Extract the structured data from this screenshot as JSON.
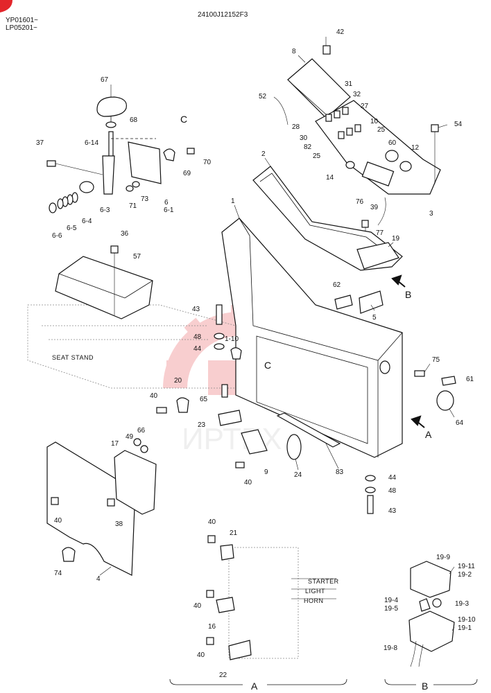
{
  "header": {
    "serial_top": "YP01601~",
    "serial_bottom": "LP05201~",
    "drawing_number": "24100J12152F3"
  },
  "watermark_text": "ИРТЕХ",
  "callouts": {
    "seat_stand": "SEAT STAND",
    "starter": "STARTER",
    "light": "LIGHT",
    "horn": "HORN",
    "view_a": "A",
    "view_b": "B",
    "view_c": "C",
    "section_a": "A",
    "section_b": "B"
  },
  "part_labels": [
    {
      "id": "p67",
      "text": "67"
    },
    {
      "id": "p68",
      "text": "68"
    },
    {
      "id": "p37",
      "text": "37"
    },
    {
      "id": "p6-14",
      "text": "6-14"
    },
    {
      "id": "p70",
      "text": "70"
    },
    {
      "id": "p69",
      "text": "69"
    },
    {
      "id": "p71",
      "text": "71"
    },
    {
      "id": "p73",
      "text": "73"
    },
    {
      "id": "p6",
      "text": "6"
    },
    {
      "id": "p6-1",
      "text": "6-1"
    },
    {
      "id": "p6-3",
      "text": "6-3"
    },
    {
      "id": "p6-4",
      "text": "6-4"
    },
    {
      "id": "p6-5",
      "text": "6-5"
    },
    {
      "id": "p6-6",
      "text": "6-6"
    },
    {
      "id": "p36",
      "text": "36"
    },
    {
      "id": "p57",
      "text": "57"
    },
    {
      "id": "p42",
      "text": "42"
    },
    {
      "id": "p8",
      "text": "8"
    },
    {
      "id": "p52",
      "text": "52"
    },
    {
      "id": "p31",
      "text": "31"
    },
    {
      "id": "p32",
      "text": "32"
    },
    {
      "id": "p27",
      "text": "27"
    },
    {
      "id": "p10",
      "text": "10"
    },
    {
      "id": "p28",
      "text": "28"
    },
    {
      "id": "p30",
      "text": "30"
    },
    {
      "id": "p25a",
      "text": "25"
    },
    {
      "id": "p82",
      "text": "82"
    },
    {
      "id": "p25b",
      "text": "25"
    },
    {
      "id": "p54",
      "text": "54"
    },
    {
      "id": "p60",
      "text": "60"
    },
    {
      "id": "p12",
      "text": "12"
    },
    {
      "id": "p2",
      "text": "2"
    },
    {
      "id": "p14",
      "text": "14"
    },
    {
      "id": "p76",
      "text": "76"
    },
    {
      "id": "p39",
      "text": "39"
    },
    {
      "id": "p3",
      "text": "3"
    },
    {
      "id": "p77",
      "text": "77"
    },
    {
      "id": "p1",
      "text": "1"
    },
    {
      "id": "p19",
      "text": "19"
    },
    {
      "id": "p62",
      "text": "62"
    },
    {
      "id": "p5",
      "text": "5"
    },
    {
      "id": "p43a",
      "text": "43"
    },
    {
      "id": "p48a",
      "text": "48"
    },
    {
      "id": "p1-10",
      "text": "1-10"
    },
    {
      "id": "p44a",
      "text": "44"
    },
    {
      "id": "p75",
      "text": "75"
    },
    {
      "id": "p61",
      "text": "61"
    },
    {
      "id": "p64",
      "text": "64"
    },
    {
      "id": "p20",
      "text": "20"
    },
    {
      "id": "p40a",
      "text": "40"
    },
    {
      "id": "p65",
      "text": "65"
    },
    {
      "id": "p23",
      "text": "23"
    },
    {
      "id": "p17",
      "text": "17"
    },
    {
      "id": "p49",
      "text": "49"
    },
    {
      "id": "p66",
      "text": "66"
    },
    {
      "id": "p9",
      "text": "9"
    },
    {
      "id": "p40b",
      "text": "40"
    },
    {
      "id": "p24",
      "text": "24"
    },
    {
      "id": "p83",
      "text": "83"
    },
    {
      "id": "p44b",
      "text": "44"
    },
    {
      "id": "p48b",
      "text": "48"
    },
    {
      "id": "p43b",
      "text": "43"
    },
    {
      "id": "p40c",
      "text": "40"
    },
    {
      "id": "p38",
      "text": "38"
    },
    {
      "id": "p74",
      "text": "74"
    },
    {
      "id": "p4",
      "text": "4"
    },
    {
      "id": "p40d",
      "text": "40"
    },
    {
      "id": "p21",
      "text": "21"
    },
    {
      "id": "p40e",
      "text": "40"
    },
    {
      "id": "p16",
      "text": "16"
    },
    {
      "id": "p40f",
      "text": "40"
    },
    {
      "id": "p22",
      "text": "22"
    },
    {
      "id": "p19-9",
      "text": "19-9"
    },
    {
      "id": "p19-11",
      "text": "19-11"
    },
    {
      "id": "p19-2",
      "text": "19-2"
    },
    {
      "id": "p19-4",
      "text": "19-4"
    },
    {
      "id": "p19-5",
      "text": "19-5"
    },
    {
      "id": "p19-3",
      "text": "19-3"
    },
    {
      "id": "p19-10",
      "text": "19-10"
    },
    {
      "id": "p19-1",
      "text": "19-1"
    },
    {
      "id": "p19-8",
      "text": "19-8"
    }
  ]
}
